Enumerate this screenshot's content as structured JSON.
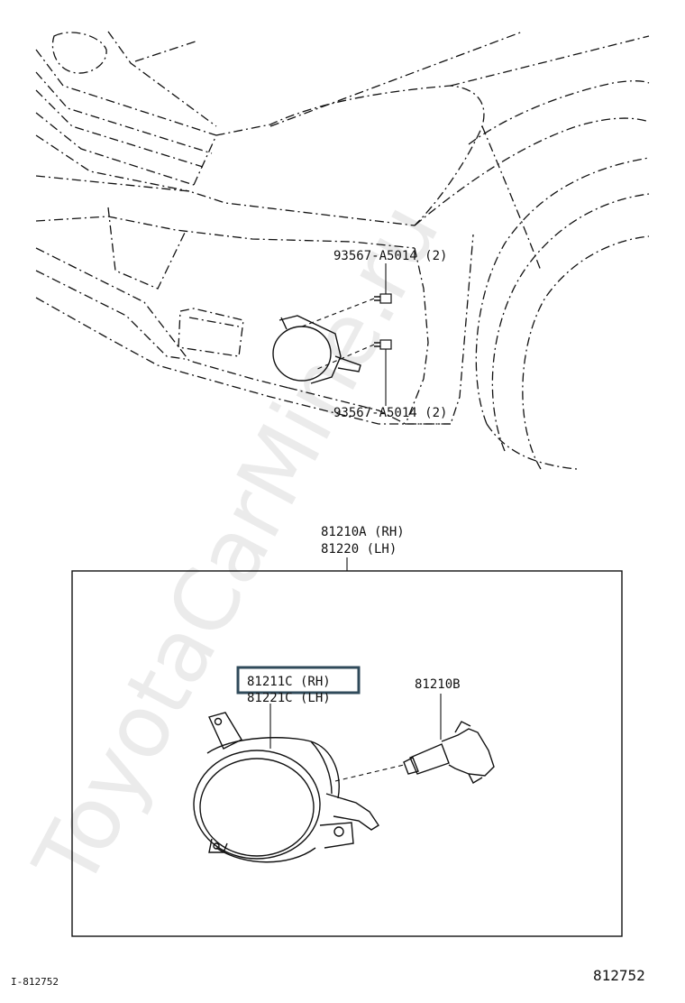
{
  "watermark": "ToyotaCarMine.ru",
  "callouts": {
    "bolt_upper": "93567-A5014 (2)",
    "bolt_lower": "93567-A5014 (2)",
    "assembly_rh": "81210A (RH)",
    "assembly_lh": "81220  (LH)",
    "unit_rh": "81211C (RH)",
    "unit_lh": "81221C (LH)",
    "bulb": "81210B"
  },
  "footer": {
    "illustration_ref": "I-812752",
    "figure_number": "812752"
  },
  "colors": {
    "line": "#111111",
    "highlight_frame": "#2f4a5a",
    "watermark": "#c8c8c8"
  }
}
